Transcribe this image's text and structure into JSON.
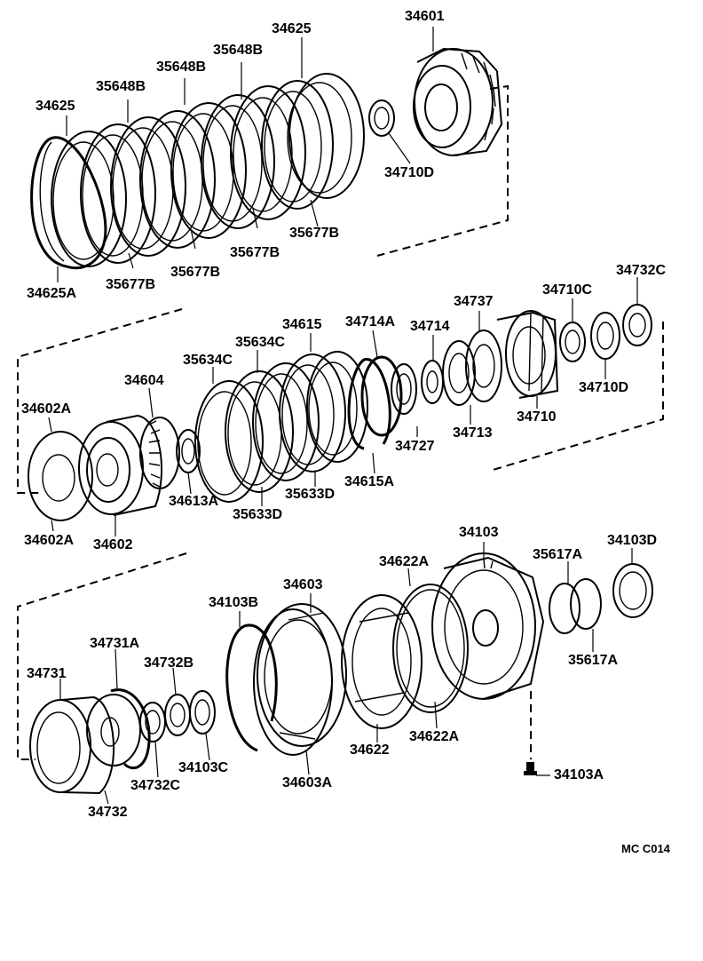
{
  "labels": {
    "p34601": "34601",
    "p34625_top": "34625",
    "p35648B_1": "35648B",
    "p35648B_2": "35648B",
    "p35648B_3": "35648B",
    "p34625_left": "34625",
    "p34710D_top": "34710D",
    "p35677B_1": "35677B",
    "p35677B_2": "35677B",
    "p35677B_3": "35677B",
    "p35677B_4": "35677B",
    "p34625A": "34625A",
    "p34732C_top": "34732C",
    "p34737": "34737",
    "p34710C": "34710C",
    "p34615": "34615",
    "p34714A": "34714A",
    "p34714": "34714",
    "p35634C_1": "35634C",
    "p35634C_2": "35634C",
    "p34604": "34604",
    "p34710D_mid": "34710D",
    "p34602A_top": "34602A",
    "p34710": "34710",
    "p34713": "34713",
    "p34727": "34727",
    "p34615A": "34615A",
    "p34613A": "34613A",
    "p35633D_1": "35633D",
    "p35633D_2": "35633D",
    "p34602A_bottom": "34602A",
    "p34602": "34602",
    "p34103": "34103",
    "p34103D": "34103D",
    "p35617A_top": "35617A",
    "p34622A_top": "34622A",
    "p34603": "34603",
    "p34103B": "34103B",
    "p34731A": "34731A",
    "p34732B": "34732B",
    "p34731": "34731",
    "p35617A_bottom": "35617A",
    "p34622A_bottom": "34622A",
    "p34622": "34622",
    "p34103C": "34103C",
    "p34732C_bottom": "34732C",
    "p34603A": "34603A",
    "p34103A": "34103A",
    "p34732": "34732"
  },
  "drawing_code": "MC C014"
}
